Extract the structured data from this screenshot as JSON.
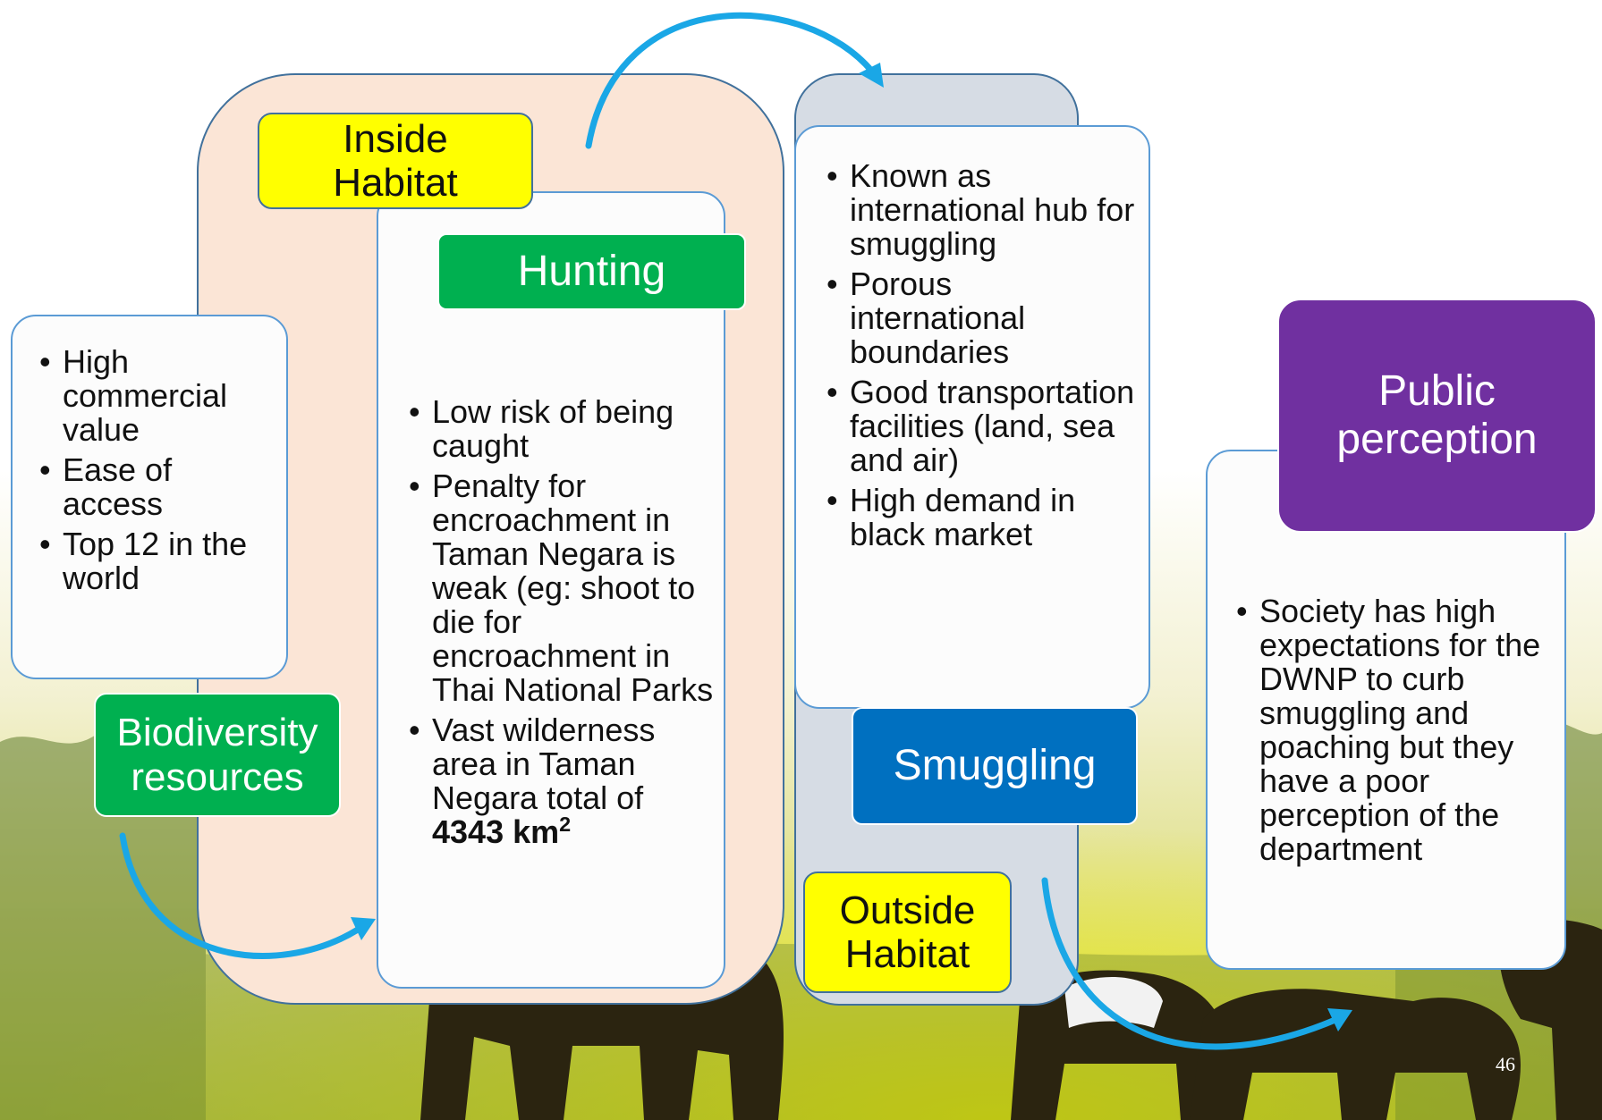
{
  "labels": {
    "inside_habitat": "Inside Habitat",
    "hunting": "Hunting",
    "biodiversity": "Biodiversity resources",
    "smuggling": "Smuggling",
    "outside_habitat": "Outside Habitat",
    "public_perception": "Public perception"
  },
  "biodiversity_points": [
    "High commercial value",
    "Ease of access",
    "Top 12 in the world"
  ],
  "hunting_points": [
    "Low risk of being caught",
    "Penalty for encroachment in Taman Negara is weak (eg: shoot to die for encroachment in Thai National Parks"
  ],
  "hunting_last_point": {
    "text": "Vast wilderness area in Taman Negara total of",
    "bold_value": "4343 km",
    "bold_sup": "2"
  },
  "smuggling_points": [
    "Known as international hub for smuggling",
    "Porous international boundaries",
    "Good transportation facilities (land, sea and air)",
    "High demand in black market"
  ],
  "perception_points": [
    "Society has high expectations for the DWNP to curb smuggling and poaching but they have a poor perception of the department"
  ],
  "slide_number": "46",
  "colors": {
    "inside_panel": "#fbe5d6",
    "outside_panel": "#d6dce4",
    "yellow_label": "#ffff00",
    "green_label": "#00b050",
    "blue_label": "#0070c0",
    "purple_label": "#7030a0",
    "arrow": "#1aa7e6"
  }
}
